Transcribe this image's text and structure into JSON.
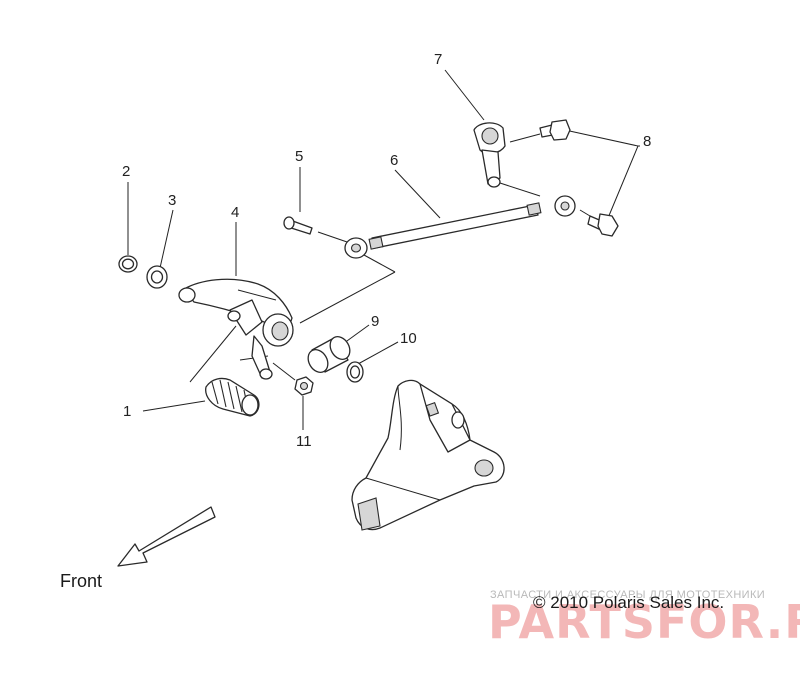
{
  "callouts": [
    {
      "id": "1",
      "text": "1"
    },
    {
      "id": "2",
      "text": "2"
    },
    {
      "id": "3",
      "text": "3"
    },
    {
      "id": "4",
      "text": "4"
    },
    {
      "id": "5",
      "text": "5"
    },
    {
      "id": "6",
      "text": "6"
    },
    {
      "id": "7",
      "text": "7"
    },
    {
      "id": "8",
      "text": "8"
    },
    {
      "id": "9",
      "text": "9"
    },
    {
      "id": "10",
      "text": "10"
    },
    {
      "id": "11",
      "text": "11"
    }
  ],
  "front_label": "Front",
  "copyright": "© 2010 Polaris Sales Inc.",
  "watermark": {
    "tagline": "ЗАПЧАСТИ И АКСЕССУАРЫ ДЛЯ МОТОТЕХНИКИ",
    "brand": "PARTSFOR.RU",
    "color": "#f3b7b7"
  }
}
